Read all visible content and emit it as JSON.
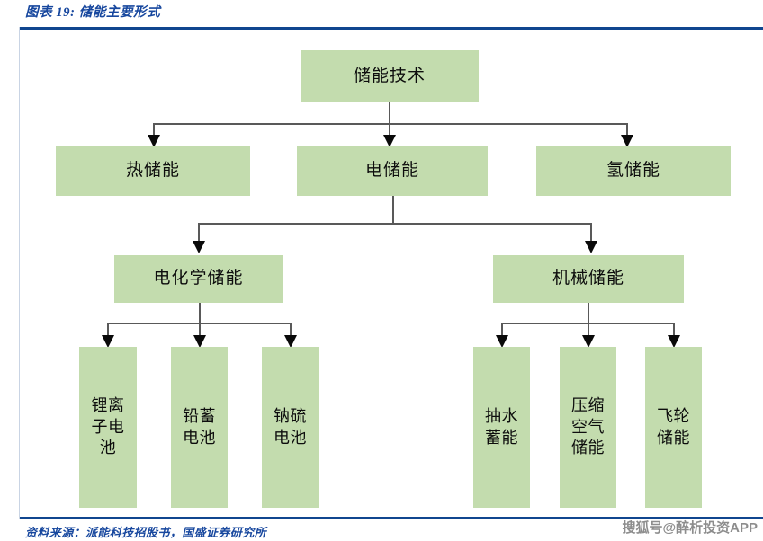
{
  "figure": {
    "title": "图表 19: 储能主要形式",
    "source": "资料来源：派能科技招股书，国盛证券研究所",
    "watermark": "搜狐号@醉析投资APP",
    "accent_color": "#17479e",
    "node_fill_color": "#c3dcae",
    "connector_color": "#595959"
  },
  "chart_data": {
    "type": "diagram",
    "title": "储能主要形式",
    "orientation": "top-down-tree",
    "root": "储能技术",
    "nodes": [
      {
        "id": "root",
        "label": "储能技术",
        "level": 0,
        "parent": null
      },
      {
        "id": "thermal",
        "label": "热储能",
        "level": 1,
        "parent": "root"
      },
      {
        "id": "electric",
        "label": "电储能",
        "level": 1,
        "parent": "root"
      },
      {
        "id": "hydrogen",
        "label": "氢储能",
        "level": 1,
        "parent": "root"
      },
      {
        "id": "echem",
        "label": "电化学储能",
        "level": 2,
        "parent": "electric"
      },
      {
        "id": "mech",
        "label": "机械储能",
        "level": 2,
        "parent": "electric"
      },
      {
        "id": "liion",
        "label": "锂离子电池",
        "level": 3,
        "parent": "echem"
      },
      {
        "id": "leadacid",
        "label": "铅蓄电池",
        "level": 3,
        "parent": "echem"
      },
      {
        "id": "nas",
        "label": "钠硫电池",
        "level": 3,
        "parent": "echem"
      },
      {
        "id": "pumped",
        "label": "抽水蓄能",
        "level": 3,
        "parent": "mech"
      },
      {
        "id": "caes",
        "label": "压缩空气储能",
        "level": 3,
        "parent": "mech"
      },
      {
        "id": "flywheel",
        "label": "飞轮储能",
        "level": 3,
        "parent": "mech"
      }
    ],
    "edges": [
      {
        "from": "储能技术",
        "to": "热储能"
      },
      {
        "from": "储能技术",
        "to": "电储能"
      },
      {
        "from": "储能技术",
        "to": "氢储能"
      },
      {
        "from": "电储能",
        "to": "电化学储能"
      },
      {
        "from": "电储能",
        "to": "机械储能"
      },
      {
        "from": "电化学储能",
        "to": "锂离子电池"
      },
      {
        "from": "电化学储能",
        "to": "铅蓄电池"
      },
      {
        "from": "电化学储能",
        "to": "钠硫电池"
      },
      {
        "from": "机械储能",
        "to": "抽水蓄能"
      },
      {
        "from": "机械储能",
        "to": "压缩空气储能"
      },
      {
        "from": "机械储能",
        "to": "飞轮储能"
      }
    ],
    "leaf_labels_wrapped": {
      "锂离子电池": [
        "锂离",
        "子电",
        "池"
      ],
      "铅蓄电池": [
        "铅蓄",
        "电池"
      ],
      "钠硫电池": [
        "钠硫",
        "电池"
      ],
      "抽水蓄能": [
        "抽水",
        "蓄能"
      ],
      "压缩空气储能": [
        "压缩",
        "空气",
        "储能"
      ],
      "飞轮储能": [
        "飞轮",
        "储能"
      ]
    }
  }
}
